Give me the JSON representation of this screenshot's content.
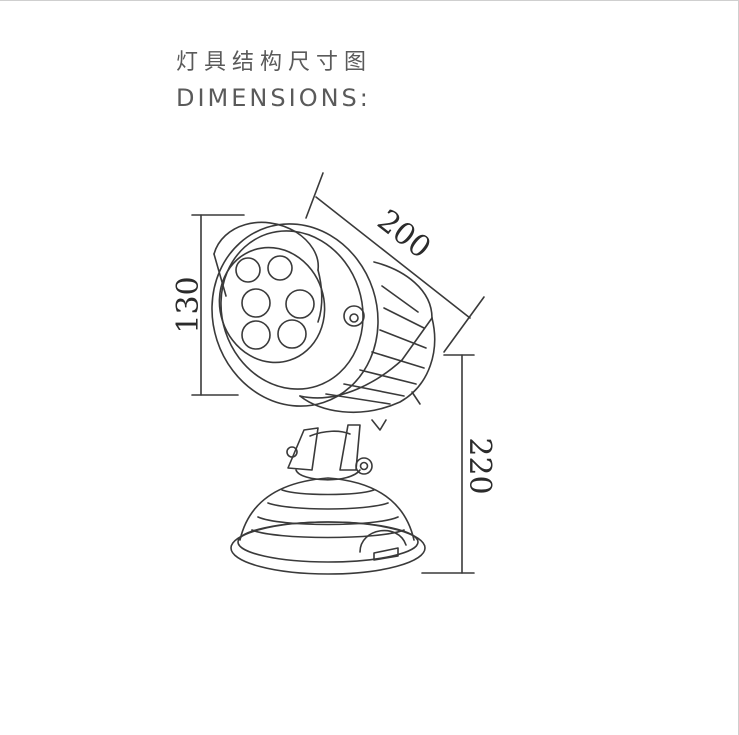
{
  "title": {
    "chinese": "灯具结构尺寸图",
    "english": "DIMENSIONS:"
  },
  "dimensions": {
    "width": "200",
    "lamp_height": "130",
    "total_height": "220"
  },
  "colors": {
    "line": "#3a3a3a",
    "text": "#5a5a5a",
    "frame": "#cfcfcf"
  }
}
